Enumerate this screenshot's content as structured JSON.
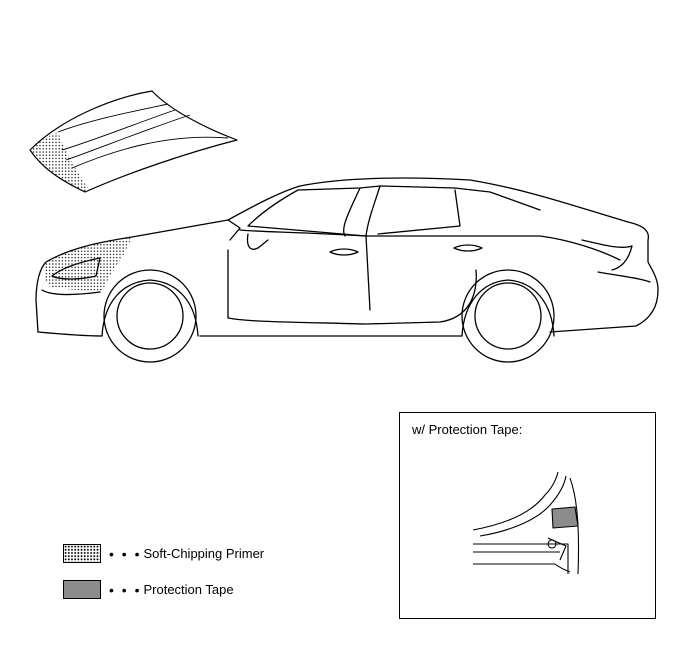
{
  "legend": {
    "items": [
      {
        "leader": "• • •",
        "label": "Soft-Chipping Primer",
        "icon": "dotted-swatch"
      },
      {
        "leader": "• • •",
        "label": "Protection Tape",
        "icon": "gray-swatch"
      }
    ]
  },
  "inset": {
    "title": "w/ Protection Tape:"
  },
  "colors": {
    "line": "#000000",
    "tape": "#8c8c8c",
    "background": "#ffffff"
  }
}
